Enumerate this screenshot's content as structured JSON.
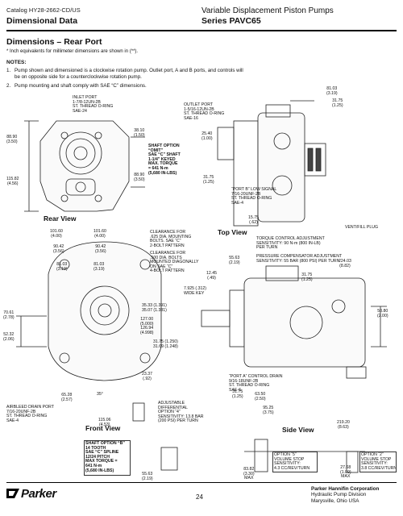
{
  "header": {
    "catalog": "Catalog HY28-2662-CD/US",
    "section": "Dimensional Data",
    "product_title": "Variable Displacement Piston Pumps",
    "series": "Series PAVC65"
  },
  "page": {
    "title": "Dimensions – Rear Port",
    "footnote": "* Inch equivalents for millimeter dimensions are shown in (**).",
    "notes_heading": "NOTES:",
    "notes": [
      {
        "num": "1.",
        "line1": "Pump shown and dimensioned is a clockwise rotation pump. Outlet port, A and B ports, and controls will",
        "line2": "be on opposite side for a counterclockwise rotation pump."
      },
      {
        "num": "2.",
        "line1": "Pump mounting and shaft comply with SAE “C” dimensions.",
        "line2": ""
      }
    ]
  },
  "views": {
    "rear": "Rear View",
    "top": "Top View",
    "front": "Front View",
    "side": "Side View"
  },
  "callouts": {
    "inlet_port": "INLET PORT\n1-7/8-12UN-2B\nST. THREAD O-RING\nSAE-24",
    "outlet_port": "OUTLET PORT\n1-5/16-12UN-2B\nST. THREAD O-RING\nSAE-16",
    "shaft_c": "SHAFT OPTION\n“OMIT”\nSAE “C” SHAFT\n1-1/4\" KEYED\nMAX. TORQUE\n= 641 N-m\n(5,680 IN-LBS)",
    "port_b": "“PORT B” LOW SIGNAL\n7/16-20UNF-2B\nST. THREAD O-RING\nSAE-4",
    "vent_fill": "VENT/FILL PLUG",
    "torque_control": "TORQUE CONTROL ADJUSTMENT\nSENSITIVITY: 90 N-m (800 IN-LB)\nPER TURN",
    "pressure_comp": "PRESSURE COMPENSATOR ADJUSTMENT\nSENSITIVITY: 55 BAR (800 PSI) PER TURN",
    "clearance_2bolt": "CLEARANCE FOR\n.625 DIA. MOUNTING\nBOLTS. SAE “C”\n2-BOLT PATTERN",
    "clearance_4bolt": "CLEARANCE FOR\n.500 DIA. BOLTS\nMOUNTED DIAGONALLY\nON SAE “C”\n4-BOLT PATTERN",
    "wide_key": "7.925 (.312)\nWIDE KEY",
    "port_a": "“PORT A” CONTROL DRAIN\n9/16-18UNF-2B\nST. THREAD O-RING\nSAE-6",
    "adj_diff": "ADJUSTABLE\nDIFFERENTIAL\nOPTION “4”\nSENSITIVITY: 13.8 BAR\n(200 PSI) PER TURN",
    "airbleed": "AIRBLEED DRAIN PORT\n7/16-20UNF-2B\nST. THREAD O-RING\nSAE-4",
    "shaft_b": "SHAFT OPTION “B”\n14 TOOTH\nSAE “C” SPLINE\n12/24 PITCH\nMAX TORQUE =\n641 N-m\n(5,680 IN-LBS)",
    "opt5": "OPTION “5”\nVOLUME STOP\nSENSITIVITY:\n4.3 CC/REV/TURN",
    "opt2": "OPTION “2”\nVOLUME STOP\nSENSITIVITY:\n3.8 CC/REV/TURN"
  },
  "dims": {
    "d8103": "81.03\n(3.19)",
    "d3175a": "31.75\n(1.25)",
    "d8890a": "88.90\n(3.50)",
    "d3810": "38.10\n(1.50)",
    "d2540": "25.40\n(1.00)",
    "d11582": "115.82\n(4.56)",
    "d8890b": "88.90\n(3.50)",
    "d3175b": "31.75\n(1.25)",
    "d1575": "15.75\n(.62)",
    "d10160a": "101.60\n(4.00)",
    "d10160b": "101.60\n(4.00)",
    "d9042a": "90.42\n(3.56)",
    "d9042b": "90.42\n(3.56)",
    "d8103b": "81.03\n(3.19)",
    "d8103c": "81.03\n(3.19)",
    "d5563a": "55.63\n(2.19)",
    "d22403": "224.03\n(8.82)",
    "d1245": "12.45\n(.49)",
    "d3175c": "31.75\n(1.25)",
    "d7061": "70.61\n(2.78)",
    "d3533": "35.33 (1.391)\n35.07 (1.381)",
    "d5080": "50.80\n(2.00)",
    "d12700": "127.00\n(5.000)\n126.94\n(4.998)",
    "d5232": "52.32\n(2.06)",
    "d3175d": "31.75 (1.250)\n31.69 (1.248)",
    "d2337": "23.37\n(.92)",
    "d6528": "65.28\n(2.57)",
    "d35": "35°",
    "d11506": "115.06\n(4.53)",
    "d3175e": "31.75\n(1.25)",
    "d6350": "63.50\n(2.50)",
    "d9525": "95.25\n(3.75)",
    "d21920": "219.20\n(8.63)",
    "d5563b": "55.63\n(2.19)",
    "d8382": "83.82\n(3.30)\nMAX",
    "d2768": "27.68\n(1.09)\nMAX"
  },
  "footer": {
    "logo": "Parker",
    "page_number": "24",
    "company": "Parker Hannifin Corporation",
    "division": "Hydraulic Pump Division",
    "location": "Marysville, Ohio USA"
  }
}
